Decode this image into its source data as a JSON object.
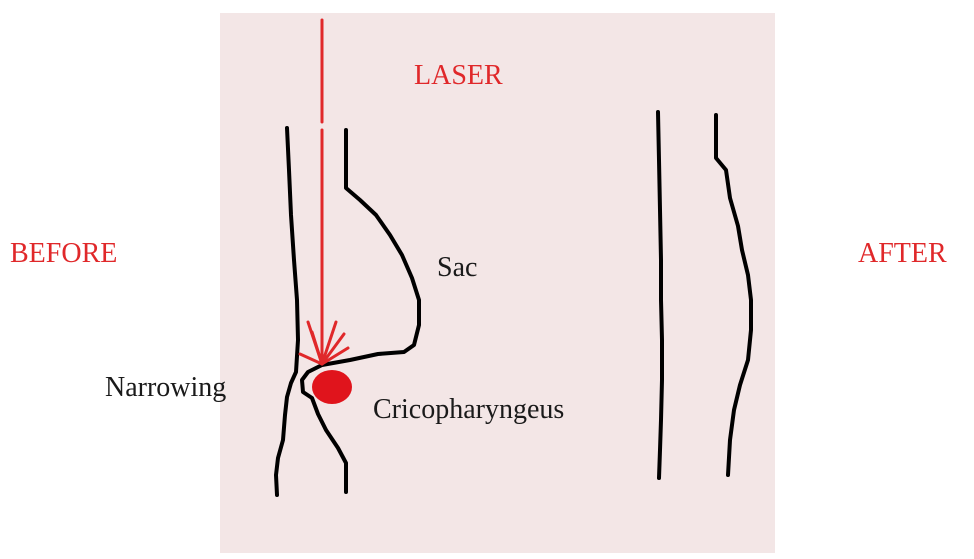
{
  "labels": {
    "before": "BEFORE",
    "after": "AFTER",
    "laser": "LASER",
    "sac": "Sac",
    "narrowing": "Narrowing",
    "cricopharyngeus": "Cricopharyngeus"
  },
  "colors": {
    "panel": "#f3e6e6",
    "laser": "#e0282a",
    "outline": "#000000",
    "text": "#1a1a1a"
  }
}
